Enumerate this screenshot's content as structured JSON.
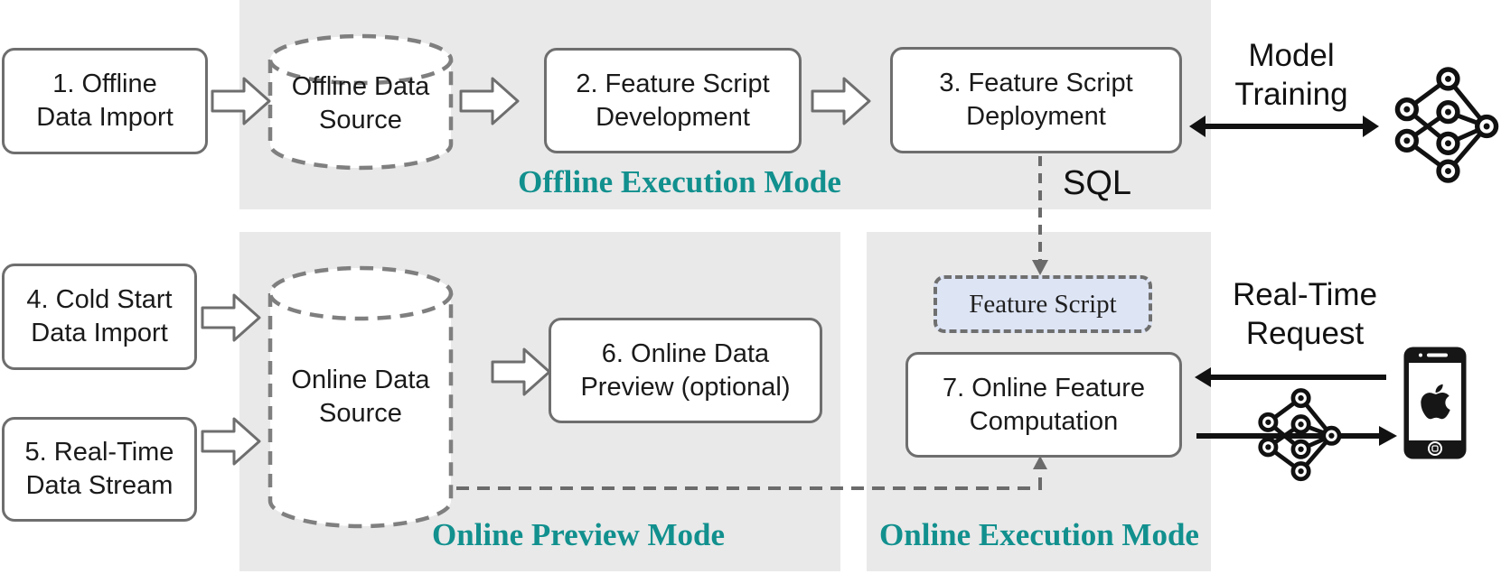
{
  "regions": {
    "offline_execution": {
      "label": "Offline Execution Mode"
    },
    "online_preview": {
      "label": "Online Preview Mode"
    },
    "online_execution": {
      "label": "Online Execution Mode"
    }
  },
  "nodes": {
    "step1": {
      "line1": "1. Offline",
      "line2": "Data Import"
    },
    "step2": {
      "line1": "2. Feature Script",
      "line2": "Development"
    },
    "step3": {
      "line1": "3. Feature Script",
      "line2": "Deployment"
    },
    "step4": {
      "line1": "4. Cold Start",
      "line2": "Data Import"
    },
    "step5": {
      "line1": "5. Real-Time",
      "line2": "Data Stream"
    },
    "step6": {
      "line1": "6. Online Data",
      "line2": "Preview (optional)"
    },
    "step7": {
      "line1": "7. Online Feature",
      "line2": "Computation"
    },
    "offline_data_source": {
      "line1": "Offline Data",
      "line2": "Source"
    },
    "online_data_source": {
      "line1": "Online Data",
      "line2": "Source"
    },
    "feature_script": {
      "label": "Feature Script"
    }
  },
  "annotations": {
    "sql": {
      "label": "SQL"
    },
    "model_training": {
      "line1": "Model",
      "line2": "Training"
    },
    "real_time_request": {
      "line1": "Real-Time",
      "line2": "Request"
    }
  },
  "icons": {
    "model_training_icon": "neural-network-icon",
    "feature_model_icon": "neural-network-icon",
    "client_device_icon": "smartphone-apple-icon"
  },
  "colors": {
    "accent_teal": "#11908E",
    "region_bg": "#E9E9E9",
    "box_border": "#6E6E6E",
    "dash_gray": "#6B6B6B",
    "feature_script_bg": "#DDE4F4"
  }
}
